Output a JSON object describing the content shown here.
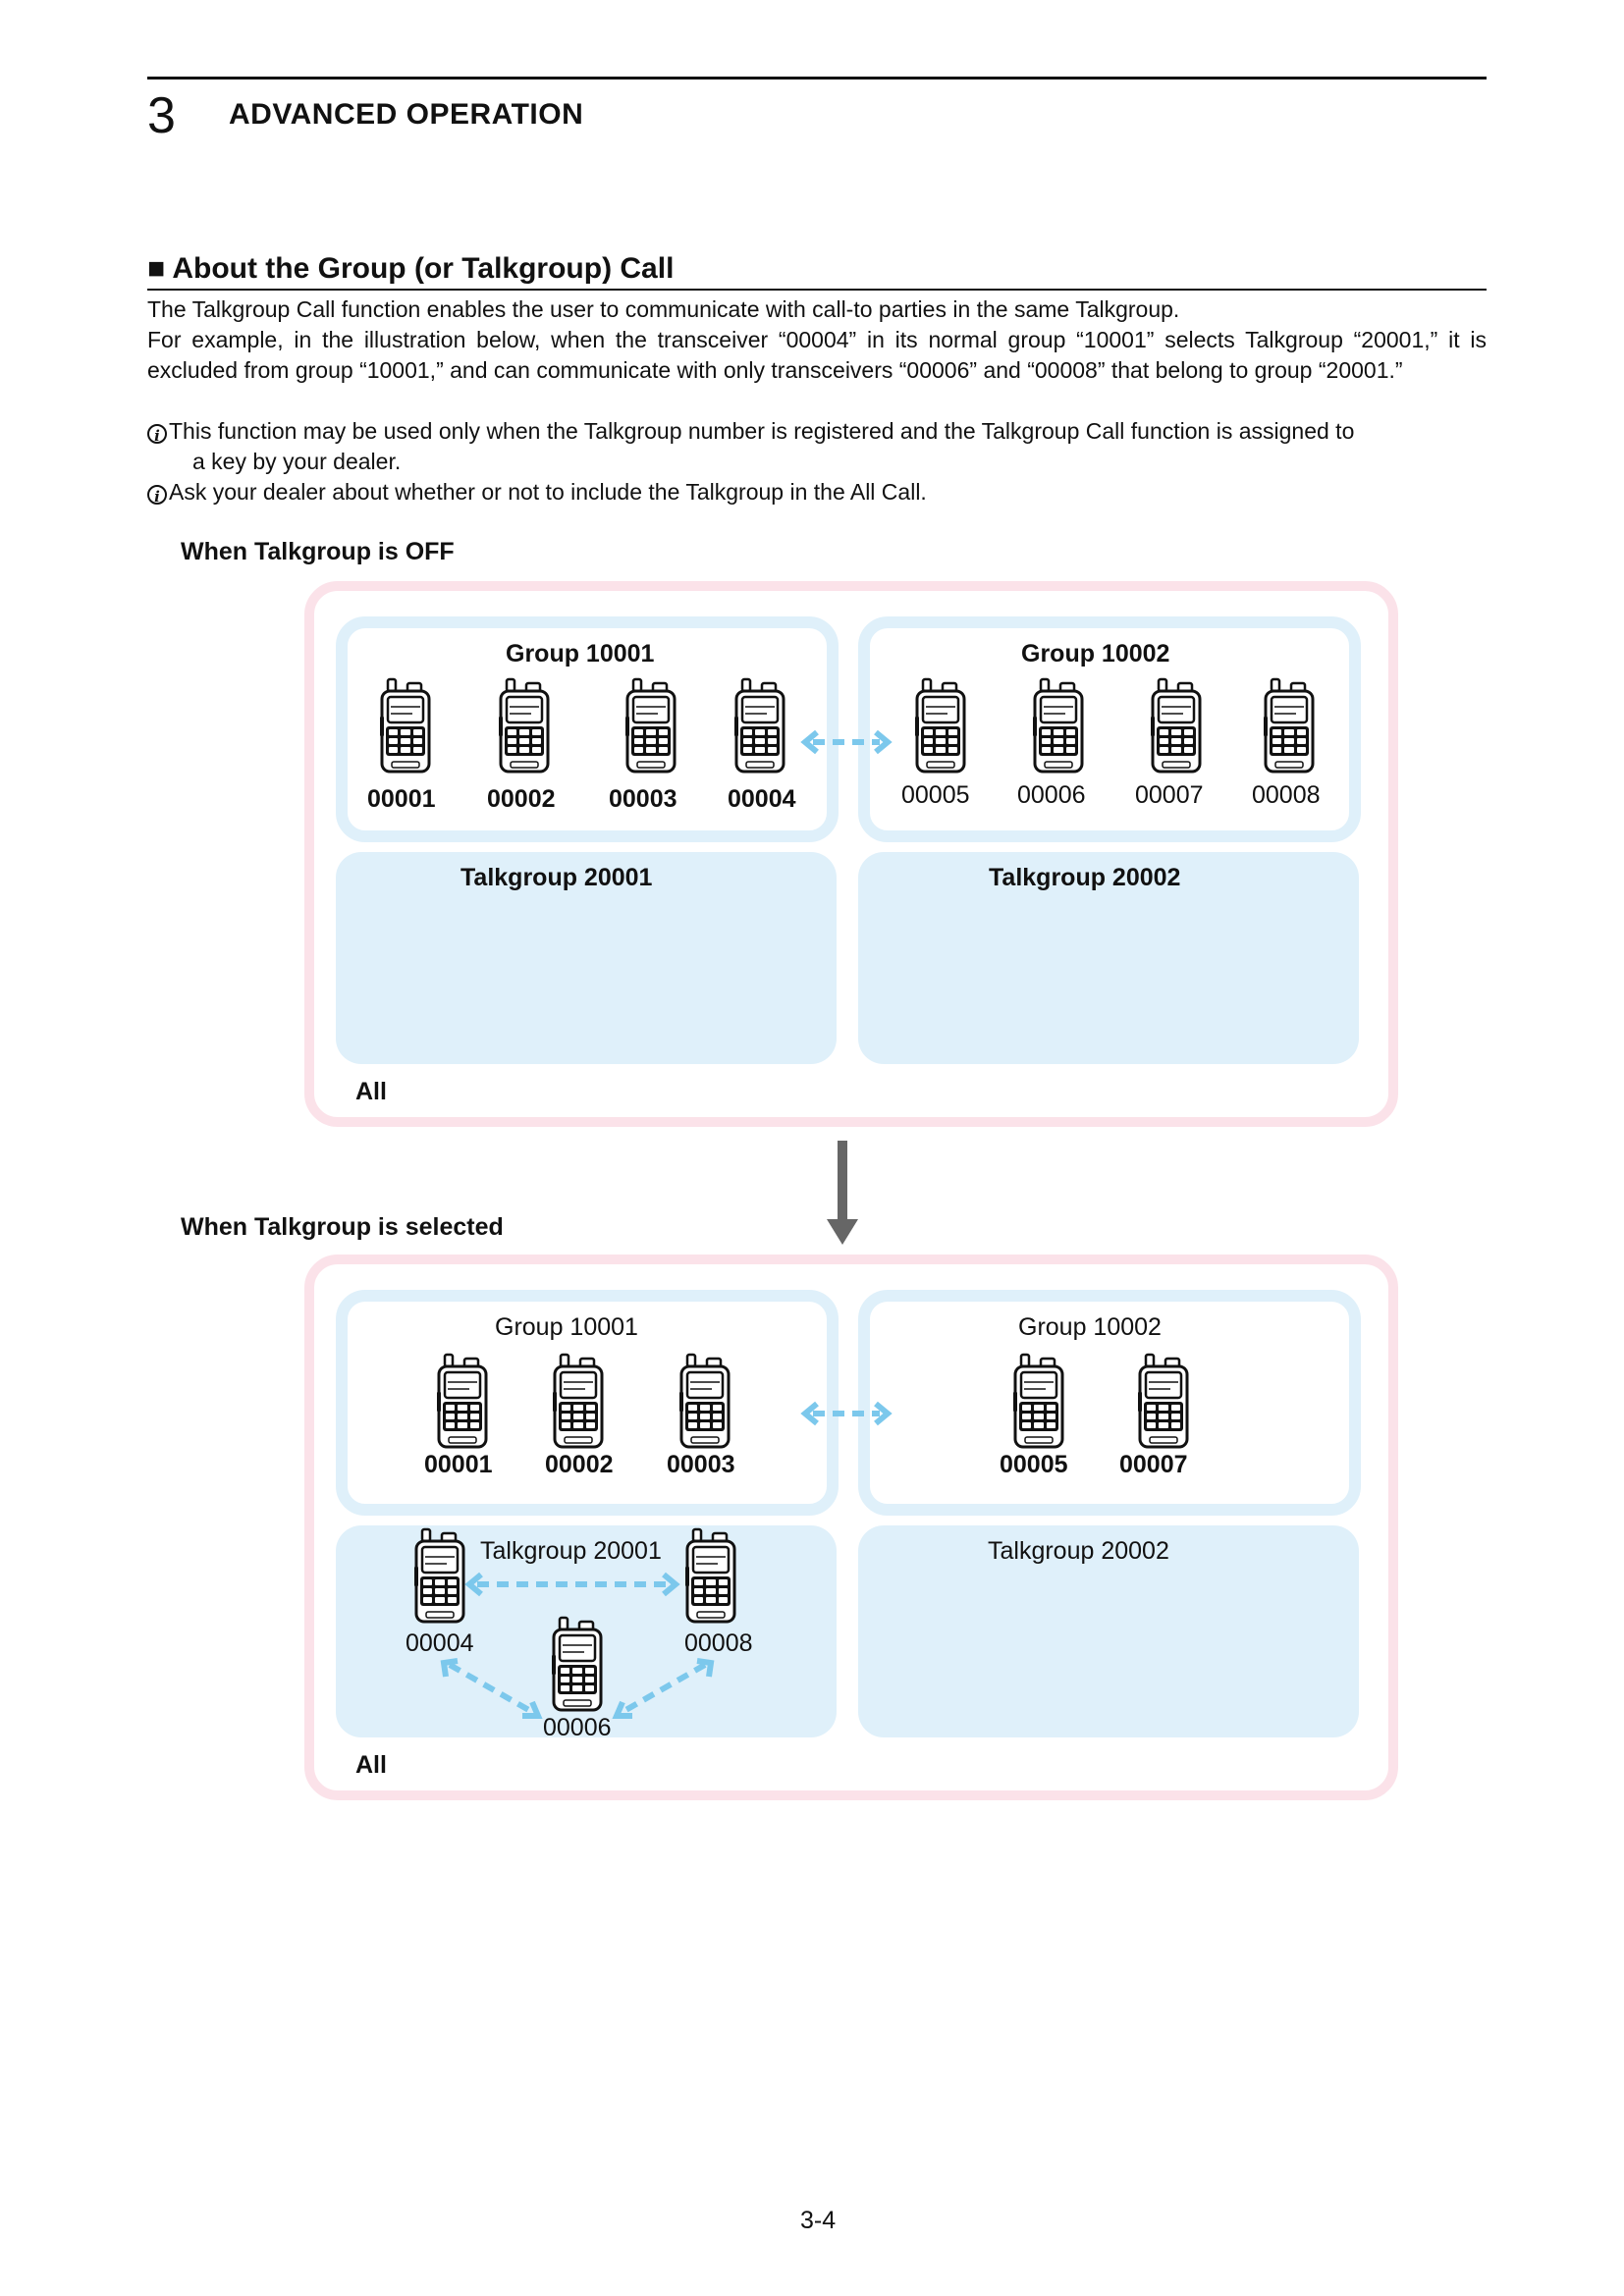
{
  "header": {
    "chapter_number": "3",
    "chapter_title": "ADVANCED OPERATION"
  },
  "section": {
    "title": "■ About the Group (or Talkgroup) Call",
    "para1": "The Talkgroup Call function enables the user to communicate with call-to parties in the same Talkgroup.",
    "para2": "For example, in the illustration below, when the transceiver “00004” in its normal group “10001” selects Talkgroup “20001,” it is excluded from group “10001,” and can communicate with only transceivers “00006” and “00008” that belong to group “20001.”",
    "note1_line1": "This function may be used only when the Talkgroup number is registered and the Talkgroup Call function is assigned to",
    "note1_line2": "a key by your dealer.",
    "note2": "Ask your dealer about whether or not to include the Talkgroup in the All Call.",
    "note_icon": "i"
  },
  "diagram_off": {
    "heading": "When Talkgroup is OFF",
    "group1": {
      "label": "Group 10001",
      "ids": [
        "00001",
        "00002",
        "00003",
        "00004"
      ]
    },
    "group2": {
      "label": "Group 10002",
      "ids": [
        "00005",
        "00006",
        "00007",
        "00008"
      ]
    },
    "talkgroup1": "Talkgroup 20001",
    "talkgroup2": "Talkgroup 20002",
    "all_label": "All"
  },
  "diagram_selected": {
    "heading": "When Talkgroup is selected",
    "group1": {
      "label": "Group 10001",
      "ids": [
        "00001",
        "00002",
        "00003"
      ]
    },
    "group2": {
      "label": "Group 10002",
      "ids": [
        "00005",
        "00007"
      ]
    },
    "talkgroup1": {
      "label": "Talkgroup 20001",
      "ids": [
        "00004",
        "00008",
        "00006"
      ]
    },
    "talkgroup2": "Talkgroup 20002",
    "all_label": "All"
  },
  "colors": {
    "all_border": "#fbe2e9",
    "group_fill": "#dff0fa",
    "arrow_blue": "#7cc8ec",
    "down_arrow": "#666666"
  },
  "footer": {
    "page_number": "3-4"
  }
}
